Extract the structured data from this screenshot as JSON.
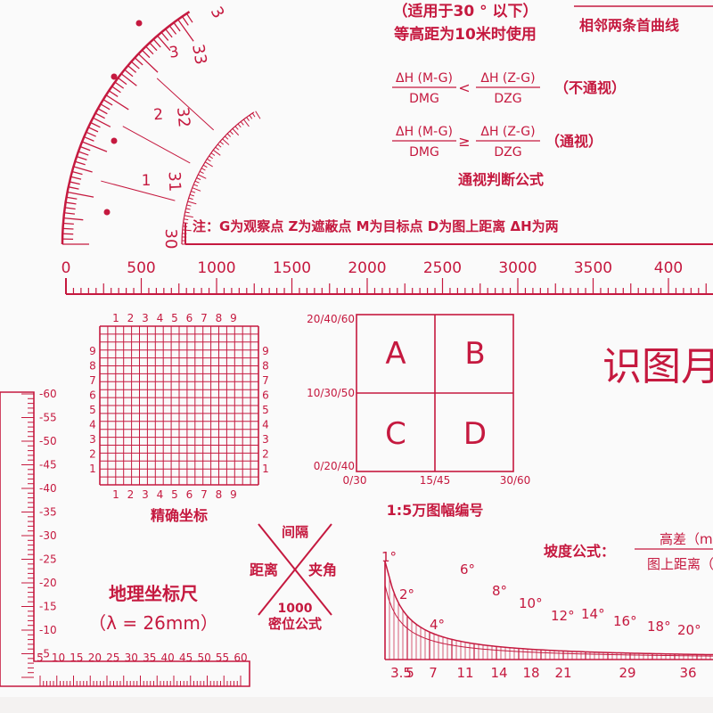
{
  "colors": {
    "ink": "#c5193f",
    "sheet": "#fafafa",
    "background": "#f4f2f1"
  },
  "protractor": {
    "outer_degree_labels": [
      "33",
      "32",
      "31",
      "30"
    ],
    "inner_labels": [
      "3",
      "2",
      "1"
    ]
  },
  "formulas": {
    "applicability": "（适用于30 ° 以下）",
    "contour_note": "等高距为10米时使用",
    "adjacent_contours": "相邻两条首曲线",
    "delta_m_g": "ΔH (M-G)",
    "delta_z_g": "ΔH (Z-G)",
    "d_mg": "DMG",
    "d_zg": "DZG",
    "less_than": "<",
    "greater_equal": "≥",
    "not_visible": "（不通视）",
    "visible": "（通视）",
    "visibility_title": "通视判断公式",
    "note": "注：G为观察点  Z为遮蔽点  M为目标点  D为图上距离   ΔH为两"
  },
  "scale_bar": {
    "labels": [
      "0",
      "500",
      "1000",
      "1500",
      "2000",
      "2500",
      "3000",
      "3500",
      "400"
    ]
  },
  "precise_grid": {
    "digits": [
      "1",
      "2",
      "3",
      "4",
      "5",
      "6",
      "7",
      "8",
      "9"
    ],
    "title": "精确坐标"
  },
  "map_sheet": {
    "quadrants": [
      "A",
      "B",
      "C",
      "D"
    ],
    "left_labels": [
      "20/40/60",
      "10/30/50",
      "0/20/40"
    ],
    "bottom_labels": [
      "0/30",
      "15/45",
      "30/60"
    ],
    "caption": "1:5万图幅编号"
  },
  "side_title": "识图月",
  "geo_scale": {
    "vertical_ticks": [
      "60",
      "55",
      "50",
      "45",
      "40",
      "35",
      "30",
      "25",
      "20",
      "15",
      "10",
      "5"
    ],
    "horizontal_ticks": [
      "5",
      "10",
      "15",
      "20",
      "25",
      "30",
      "35",
      "40",
      "45",
      "50",
      "55",
      "60"
    ],
    "title": "地理坐标尺",
    "lambda": "（λ = 26mm）"
  },
  "mil_formula": {
    "top": "间隔",
    "left": "距离",
    "right": "夹角",
    "value": "1000",
    "caption": "密位公式"
  },
  "slope": {
    "formula_label": "坡度公式：",
    "numerator": "高差（m",
    "denominator": "图上距离（",
    "degree_labels": [
      "1°",
      "2°",
      "4°",
      "6°",
      "8°",
      "10°",
      "12°",
      "14°",
      "16°",
      "18°",
      "20°"
    ],
    "bottom_labels": [
      "3.5",
      "5",
      "7",
      "11",
      "14",
      "18",
      "21",
      "29",
      "36"
    ]
  }
}
